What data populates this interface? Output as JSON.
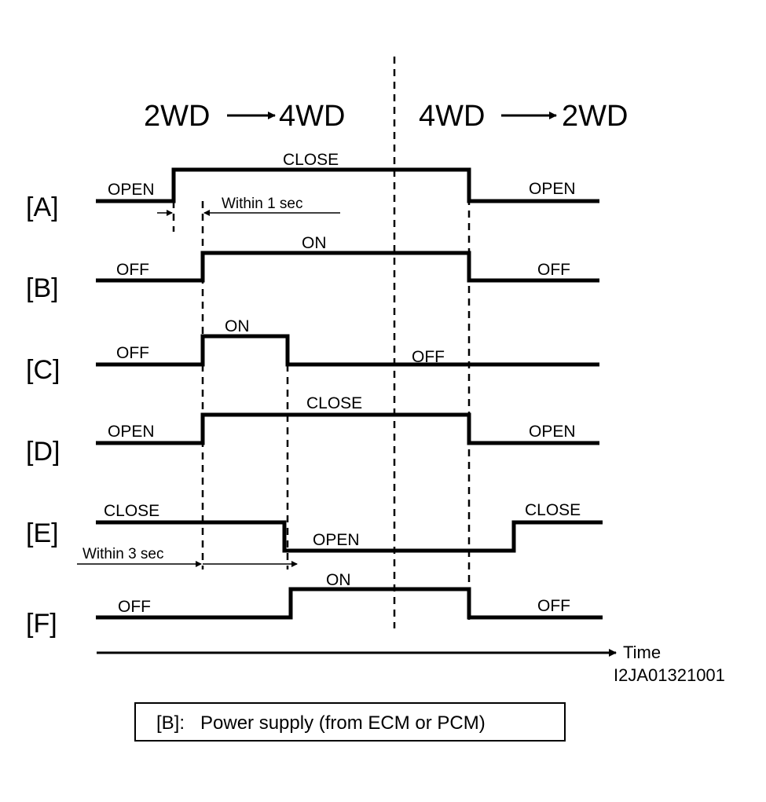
{
  "headers": {
    "left_from": "2WD",
    "left_to": "4WD",
    "right_from": "4WD",
    "right_to": "2WD"
  },
  "rows": [
    {
      "label": "[A]",
      "states": [
        "OPEN",
        "CLOSE",
        "OPEN"
      ]
    },
    {
      "label": "[B]",
      "states": [
        "OFF",
        "ON",
        "OFF"
      ]
    },
    {
      "label": "[C]",
      "states": [
        "OFF",
        "ON",
        "OFF"
      ]
    },
    {
      "label": "[D]",
      "states": [
        "OPEN",
        "CLOSE",
        "OPEN"
      ]
    },
    {
      "label": "[E]",
      "states": [
        "CLOSE",
        "OPEN",
        "CLOSE"
      ]
    },
    {
      "label": "[F]",
      "states": [
        "OFF",
        "ON",
        "OFF"
      ]
    }
  ],
  "annotations": {
    "within_1": "Within 1 sec",
    "within_3": "Within 3 sec"
  },
  "axis_label": "Time",
  "figure_id": "I2JA01321001",
  "legend": "[B]:   Power supply (from ECM or PCM)"
}
